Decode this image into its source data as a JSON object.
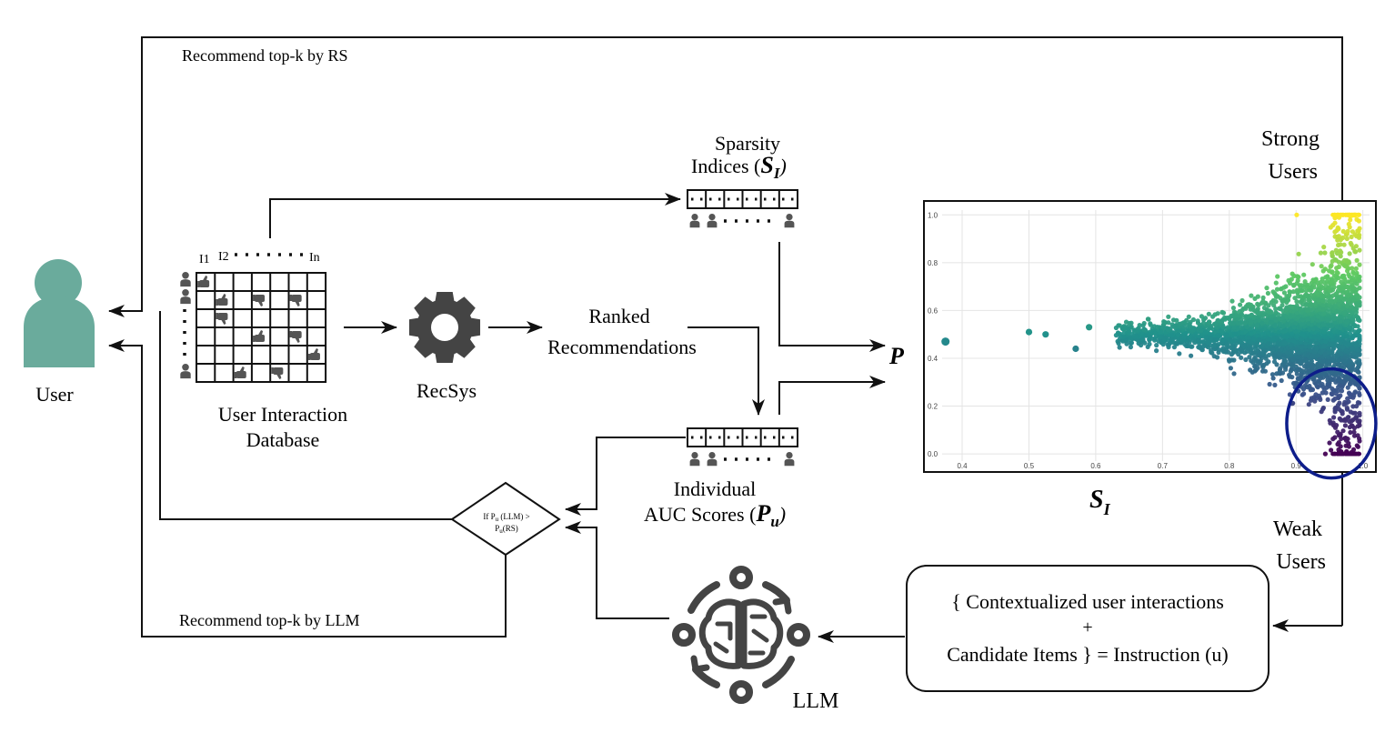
{
  "title": "",
  "colors": {
    "user": "#6aab9c",
    "gear": "#444444",
    "person_icon": "#555555",
    "weak_circle": "#0d1d8a",
    "line": "#111111"
  },
  "labels": {
    "user": "User",
    "top_k_rs": "Recommend top-k by RS",
    "top_k_llm": "Recommend top-k by LLM",
    "db_line1": "User Interaction",
    "db_line2": "Database",
    "recsys": "RecSys",
    "ranked1": "Ranked",
    "ranked2": "Recommendations",
    "sparsity1": "Sparsity",
    "sparsity2": "Indices (",
    "sparsity_sym": "S",
    "sparsity_sub": "I",
    "sparsity_close": ")",
    "auc1": "Individual",
    "auc2": "AUC Scores (",
    "auc_sym": "P",
    "auc_sub": "u",
    "auc_close": ")",
    "p_label": "P",
    "si_axis_sym": "S",
    "si_axis_sub": "I",
    "strong1": "Strong",
    "strong2": "Users",
    "weak1": "Weak",
    "weak2": "Users",
    "instr1": "{ Contextualized user interactions",
    "instr2": "+",
    "instr3": "Candidate Items } = Instruction (u)",
    "llm": "LLM",
    "decision1": "If P",
    "decision1_sub": "u",
    "decision1_rest": " (LLM) >",
    "decision2": "P",
    "decision2_sub": "u",
    "decision2_rest": "(RS)",
    "item_first": "I1",
    "item_second": "I2",
    "item_last": "In"
  },
  "chart_data": {
    "type": "scatter",
    "x_ticks": [
      "0.4",
      "0.5",
      "0.6",
      "0.7",
      "0.8",
      "0.9",
      "1.0"
    ],
    "y_ticks": [
      "0.0",
      "0.2",
      "0.4",
      "0.6",
      "0.8",
      "1.0"
    ],
    "xlim": [
      0.37,
      1.01
    ],
    "ylim": [
      -0.03,
      1.02
    ],
    "grid": true,
    "colormap": "viridis (color by y)",
    "outlier_points": [
      {
        "x": 0.375,
        "y": 0.47
      },
      {
        "x": 0.5,
        "y": 0.51
      },
      {
        "x": 0.525,
        "y": 0.5
      },
      {
        "x": 0.57,
        "y": 0.44
      },
      {
        "x": 0.59,
        "y": 0.53
      }
    ],
    "highlight": {
      "label": "Weak Users",
      "x_range": [
        0.9,
        1.0
      ],
      "y_range": [
        0.0,
        0.3
      ]
    }
  },
  "db_matrix_hands": [
    {
      "row": 0,
      "col": 0,
      "dir": "up"
    },
    {
      "row": 1,
      "col": 1,
      "dir": "up"
    },
    {
      "row": 1,
      "col": 3,
      "dir": "down"
    },
    {
      "row": 1,
      "col": 5,
      "dir": "down"
    },
    {
      "row": 2,
      "col": 1,
      "dir": "down"
    },
    {
      "row": 3,
      "col": 3,
      "dir": "up"
    },
    {
      "row": 3,
      "col": 5,
      "dir": "down"
    },
    {
      "row": 4,
      "col": 6,
      "dir": "up"
    },
    {
      "row": 5,
      "col": 2,
      "dir": "up"
    },
    {
      "row": 5,
      "col": 4,
      "dir": "down"
    }
  ]
}
